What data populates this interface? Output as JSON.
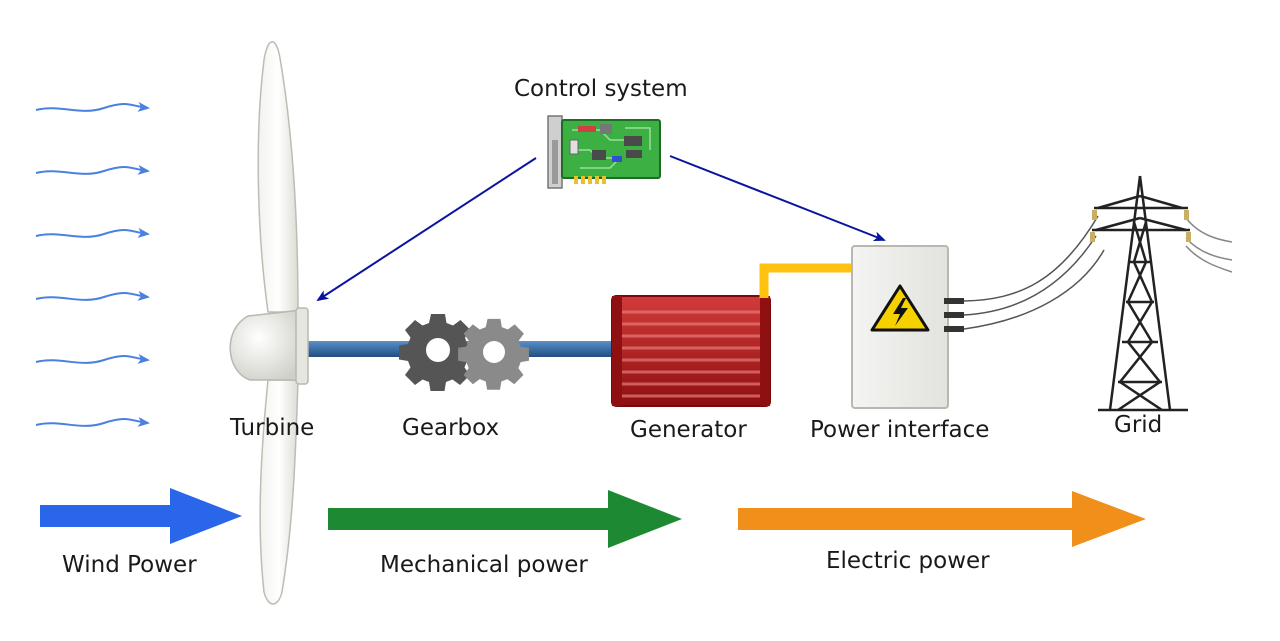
{
  "labels": {
    "control_system": "Control system",
    "turbine": "Turbine",
    "gearbox": "Gearbox",
    "generator": "Generator",
    "power_interface": "Power interface",
    "grid": "Grid",
    "wind_power": "Wind Power",
    "mechanical_power": "Mechanical power",
    "electric_power": "Electric power"
  },
  "colors": {
    "wind_arrow": "#2a66ea",
    "wind_lines": "#4a80e0",
    "mechanical_arrow": "#1d8a33",
    "electric_arrow": "#f0901a",
    "control_arrows": "#0a14a0",
    "shaft": "#3a6fa8",
    "generator": "#b51a1a",
    "cable": "#ffc20e",
    "hazard": "#f6d100"
  },
  "icons": [
    "wind-lines-icon",
    "turbine-icon",
    "gear-icon",
    "generator-icon",
    "circuit-board-icon",
    "electrical-cabinet-icon",
    "high-voltage-icon",
    "pylon-icon"
  ]
}
